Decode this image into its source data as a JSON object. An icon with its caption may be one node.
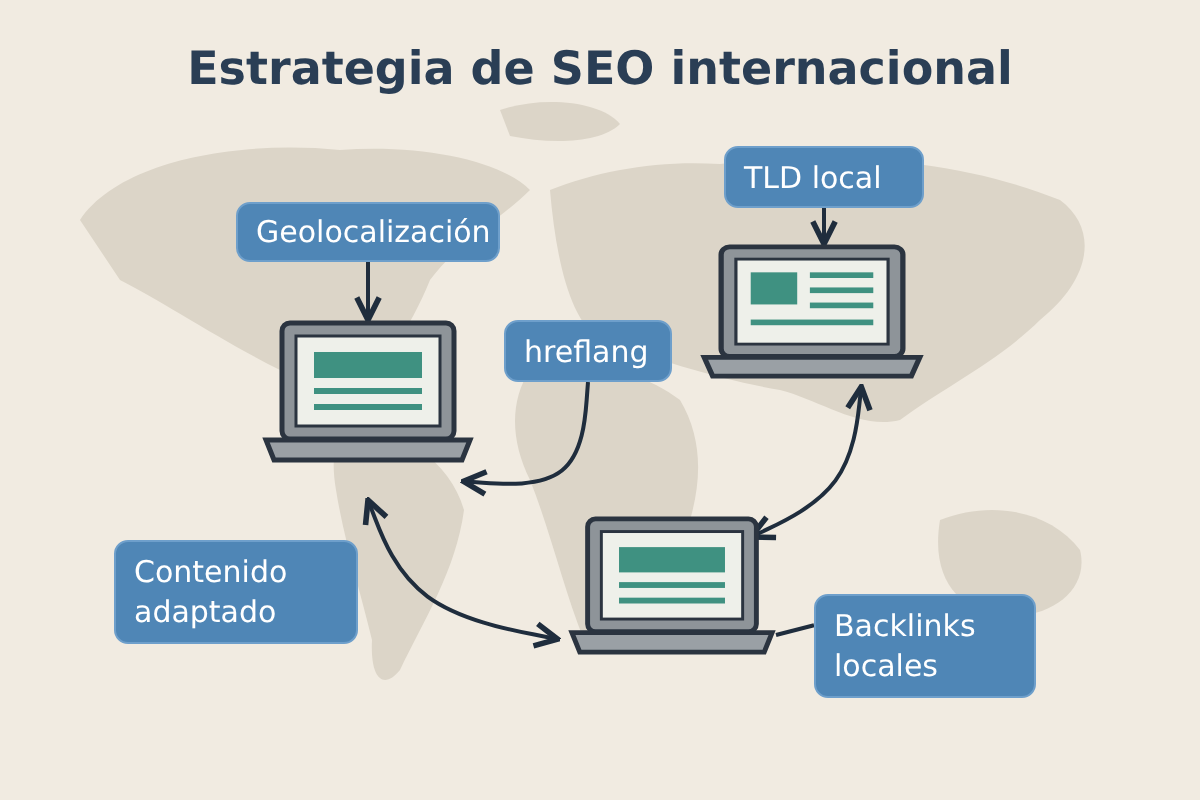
{
  "diagram": {
    "title": "Estrategia de SEO internacional",
    "nodes": [
      {
        "text": [
          "Geolocalización"
        ]
      },
      {
        "text": [],
        "shape": "picture"
      },
      {
        "text": [
          "hreflang"
        ]
      },
      {
        "text": [
          "TLD local"
        ]
      },
      {
        "text": [],
        "shape": "picture"
      },
      {
        "text": [],
        "shape": "picture"
      },
      {
        "text": [
          "Contenido adaptado"
        ]
      },
      {
        "text": [
          "Backlinks locales"
        ]
      }
    ],
    "edges": [
      {
        "from": 0,
        "to": 1,
        "arrow": "to"
      },
      {
        "from": 2,
        "to": 1,
        "arrow": "to"
      },
      {
        "from": 3,
        "to": 4,
        "arrow": "to"
      },
      {
        "from": 5,
        "to": 4,
        "arrow": "both"
      },
      {
        "from": 1,
        "to": 5,
        "arrow": "both"
      },
      {
        "from": 7,
        "to": 5,
        "arrow": "none"
      }
    ]
  }
}
